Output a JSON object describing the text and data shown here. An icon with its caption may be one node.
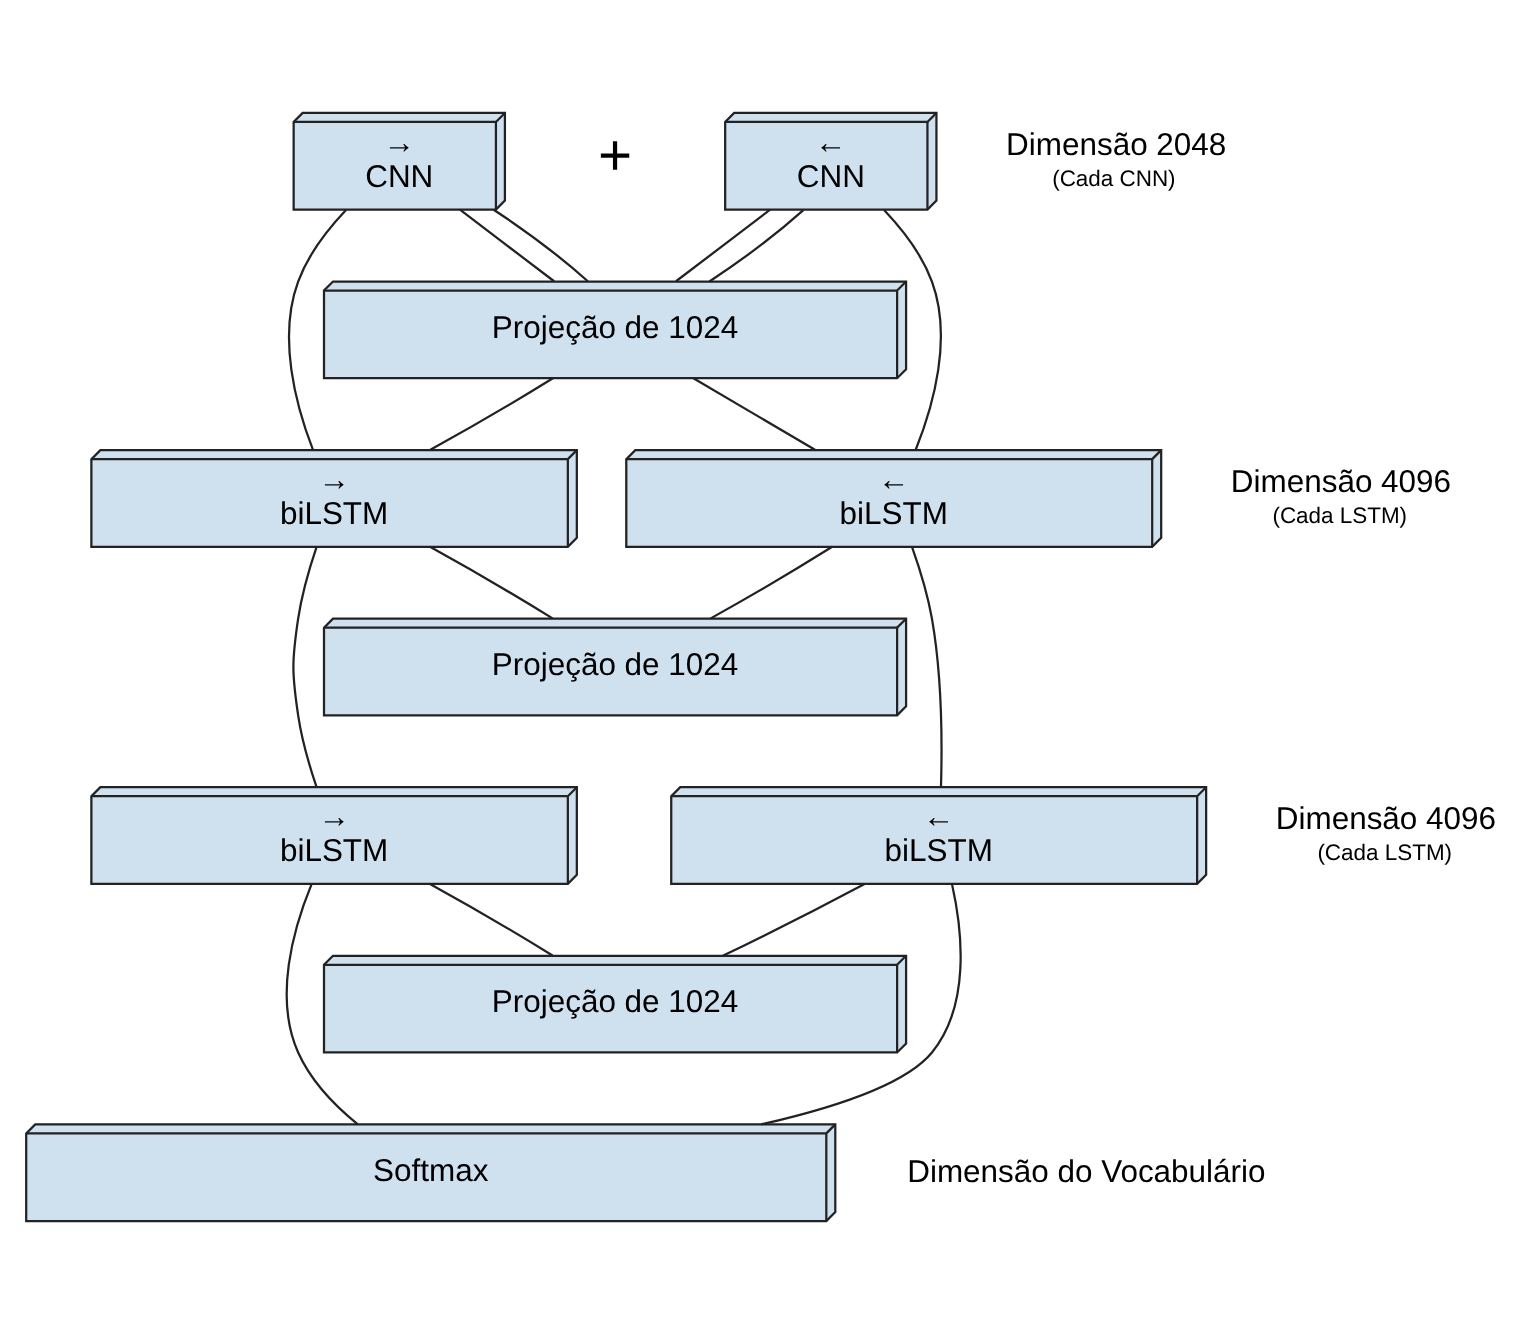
{
  "diagram": {
    "nodes": [
      {
        "text": [
          "→",
          "CNN"
        ]
      },
      {
        "text": [
          "←",
          "CNN"
        ]
      },
      {
        "text": [
          "Projeção de 1024"
        ]
      },
      {
        "text": [
          "→",
          "biLSTM"
        ]
      },
      {
        "text": [
          "←",
          "biLSTM"
        ]
      },
      {
        "text": [
          "Projeção de 1024"
        ]
      },
      {
        "text": [
          "→",
          "biLSTM"
        ]
      },
      {
        "text": [
          "←",
          "biLSTM"
        ]
      },
      {
        "text": [
          "Projeção de 1024"
        ]
      },
      {
        "text": [
          "Softmax"
        ]
      }
    ],
    "edges": [
      {
        "from": 0,
        "to": 2,
        "arrow": "none"
      },
      {
        "from": 0,
        "to": 2,
        "arrow": "none"
      },
      {
        "from": 1,
        "to": 2,
        "arrow": "none"
      },
      {
        "from": 1,
        "to": 2,
        "arrow": "none"
      },
      {
        "from": 0,
        "to": 3,
        "arrow": "none"
      },
      {
        "from": 1,
        "to": 4,
        "arrow": "none"
      },
      {
        "from": 2,
        "to": 3,
        "arrow": "none"
      },
      {
        "from": 2,
        "to": 4,
        "arrow": "none"
      },
      {
        "from": 3,
        "to": 5,
        "arrow": "none"
      },
      {
        "from": 4,
        "to": 5,
        "arrow": "none"
      },
      {
        "from": 3,
        "to": 6,
        "arrow": "none"
      },
      {
        "from": 4,
        "to": 7,
        "arrow": "none"
      },
      {
        "from": 6,
        "to": 8,
        "arrow": "none"
      },
      {
        "from": 7,
        "to": 8,
        "arrow": "none"
      },
      {
        "from": 6,
        "to": 9,
        "arrow": "none"
      },
      {
        "from": 7,
        "to": 9,
        "arrow": "none"
      }
    ],
    "labels": [
      "+",
      "Dimensão 2048",
      "(Cada CNN)",
      "Dimensão 4096",
      "(Cada LSTM)",
      "Dimensão 4096",
      "(Cada LSTM)",
      "Dimensão do Vocabulário"
    ]
  }
}
